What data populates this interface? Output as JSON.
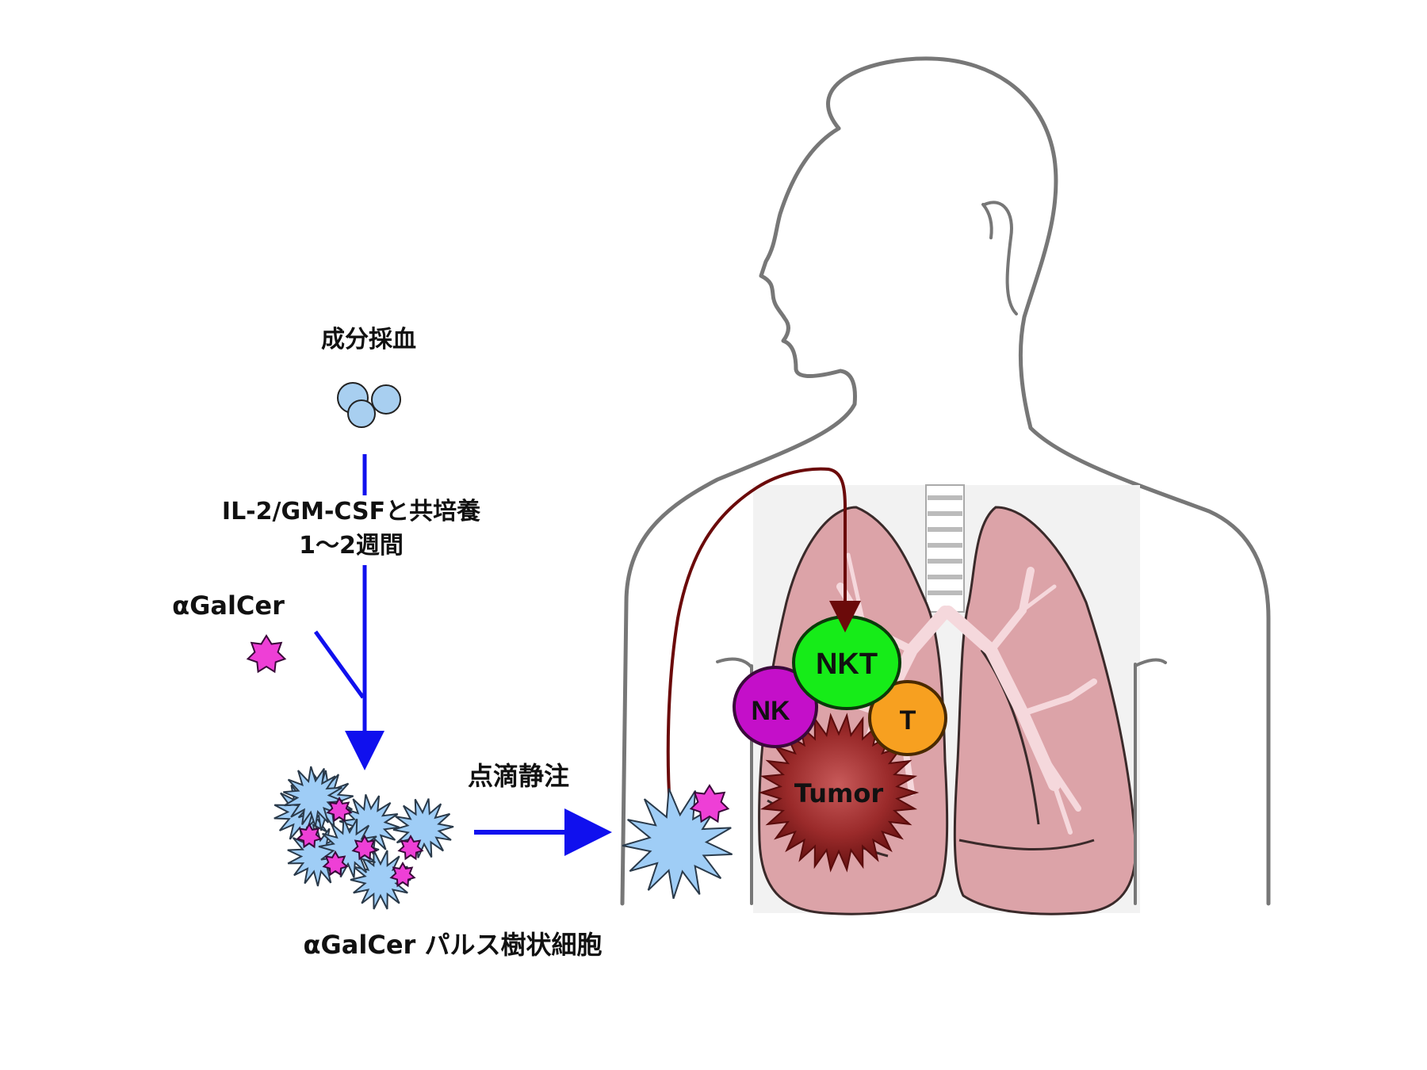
{
  "labels": {
    "apheresis": "成分採血",
    "culture_line1": "IL-2/GM-CSFと共培養",
    "culture_line2": "1～2週間",
    "agalcer": "αGalCer",
    "infusion": "点滴静注",
    "pulsed_dc": "αGalCer パルス樹状細胞"
  },
  "cells": {
    "nkt": "NKT",
    "nk": "NK",
    "t": "T",
    "tumor": "Tumor"
  },
  "colors": {
    "arrow": "#1010ee",
    "return_path": "#6b0a0a",
    "blood_cell": "#a8cff0",
    "dendritic_cell": "#9fcdf6",
    "agalcer": "#ee3fd6",
    "nkt": "#16ec18",
    "nk": "#c40fc9",
    "t": "#f7a020",
    "tumor": "#8a1c1c",
    "lung": "#dca3a8",
    "body_outline": "#777777"
  }
}
